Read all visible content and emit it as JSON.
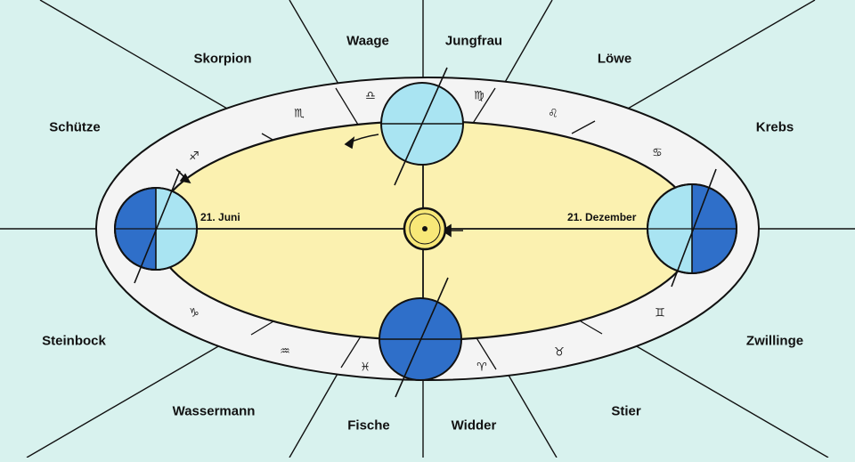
{
  "zodiac": {
    "signs": [
      {
        "key": "skorpion",
        "label": "Skorpion"
      },
      {
        "key": "waage",
        "label": "Waage"
      },
      {
        "key": "jungfrau",
        "label": "Jungfrau"
      },
      {
        "key": "loewe",
        "label": "Löwe"
      },
      {
        "key": "schuetze",
        "label": "Schütze"
      },
      {
        "key": "krebs",
        "label": "Krebs"
      },
      {
        "key": "steinbock",
        "label": "Steinbock"
      },
      {
        "key": "zwillinge",
        "label": "Zwillinge"
      },
      {
        "key": "wassermann",
        "label": "Wassermann"
      },
      {
        "key": "stier",
        "label": "Stier"
      },
      {
        "key": "fische",
        "label": "Fische"
      },
      {
        "key": "widder",
        "label": "Widder"
      }
    ],
    "symbols": [
      "♏",
      "♎",
      "♍",
      "♌",
      "♐",
      "♋",
      "♑",
      "♊",
      "♒",
      "♉",
      "♓",
      "♈"
    ]
  },
  "dates": {
    "june": "21. Juni",
    "december": "21. Dezember"
  },
  "colors": {
    "background": "#d8f2ee",
    "ring": "#f4f4f4",
    "orbit_fill": "#fbf1b0",
    "earth_light": "#a9e4f2",
    "earth_dark": "#2f6fc9",
    "sun": "#f8e878"
  }
}
